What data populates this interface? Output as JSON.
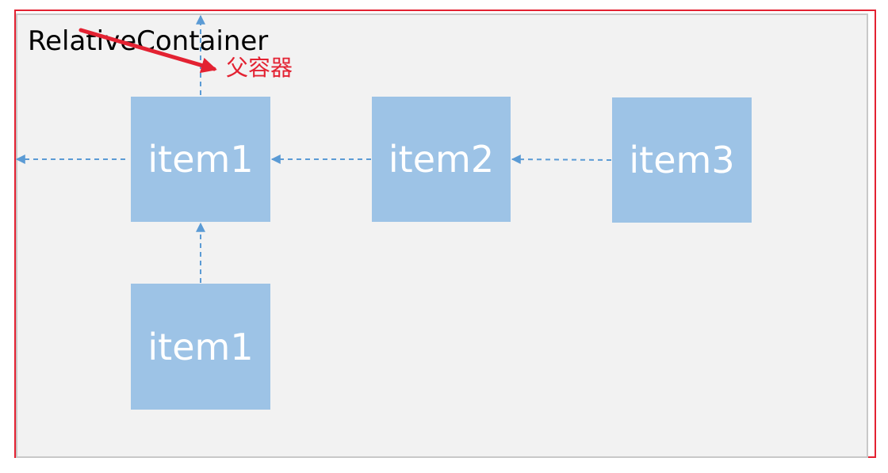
{
  "container": {
    "label": "RelativeContainer"
  },
  "annotation": {
    "label": "父容器",
    "color": "#e32232"
  },
  "items": [
    {
      "label": "item1"
    },
    {
      "label": "item2"
    },
    {
      "label": "item3"
    },
    {
      "label": "item1"
    }
  ],
  "colors": {
    "item_fill": "#9dc3e6",
    "connector": "#5b9bd5",
    "frame": "#e32232",
    "container_fill": "#f2f2f2"
  }
}
